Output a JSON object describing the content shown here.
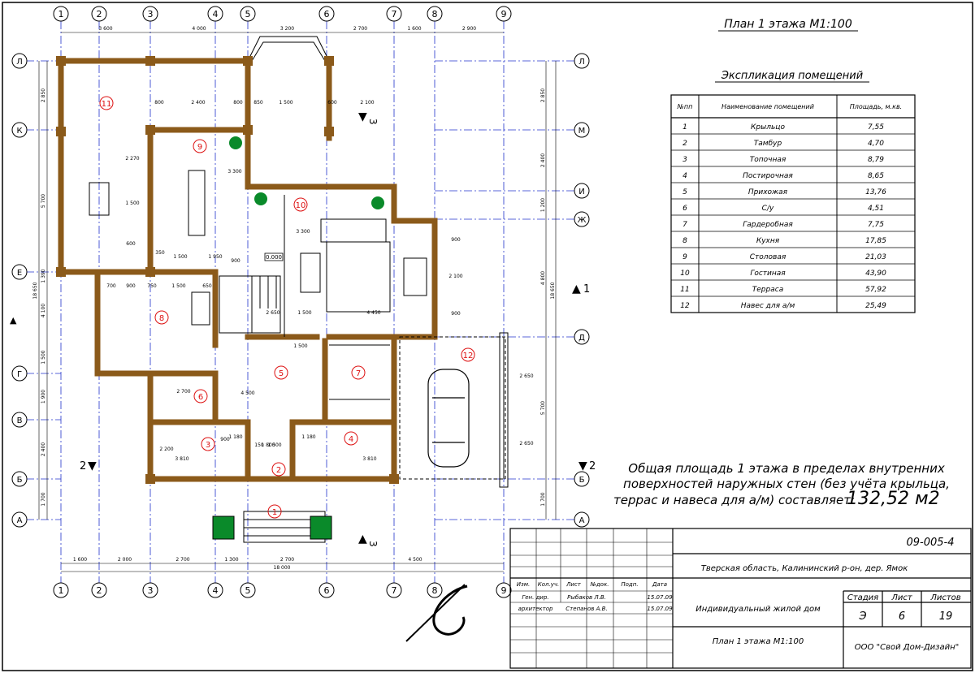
{
  "sheet_title": "План 1 этажа  М1:100",
  "explication": {
    "title": "Экспликация помещений",
    "headers": [
      "№пп",
      "Наименование помещений",
      "Площадь, м.кв."
    ],
    "rows": [
      {
        "n": "1",
        "name": "Крыльцо",
        "area": "7,55"
      },
      {
        "n": "2",
        "name": "Тамбур",
        "area": "4,70"
      },
      {
        "n": "3",
        "name": "Топочная",
        "area": "8,79"
      },
      {
        "n": "4",
        "name": "Постирочная",
        "area": "8,65"
      },
      {
        "n": "5",
        "name": "Прихожая",
        "area": "13,76"
      },
      {
        "n": "6",
        "name": "С/у",
        "area": "4,51"
      },
      {
        "n": "7",
        "name": "Гардеробная",
        "area": "7,75"
      },
      {
        "n": "8",
        "name": "Кухня",
        "area": "17,85"
      },
      {
        "n": "9",
        "name": "Столовая",
        "area": "21,03"
      },
      {
        "n": "10",
        "name": "Гостиная",
        "area": "43,90"
      },
      {
        "n": "11",
        "name": "Терраса",
        "area": "57,92"
      },
      {
        "n": "12",
        "name": "Навес для а/м",
        "area": "25,49"
      }
    ]
  },
  "total_area": {
    "line1": "Общая площадь 1 этажа в пределах внутренних",
    "line2": "поверхностей наружных стен (без учёта крыльца,",
    "line3": "террас и навеса для а/м) составляет:",
    "value": "132,52 м2"
  },
  "axes": {
    "vertical": [
      "1",
      "2",
      "3",
      "4",
      "5",
      "6",
      "7",
      "8",
      "9"
    ],
    "horizontal_left": [
      "Л",
      "К",
      "Е",
      "Г",
      "В",
      "Б",
      "А"
    ],
    "horizontal_right": [
      "Л",
      "М",
      "И",
      "Ж",
      "Д",
      "Б",
      "А"
    ]
  },
  "top_dims": [
    "3 600",
    "4 000",
    "3 200",
    "2 700",
    "1 600",
    "2 900"
  ],
  "bottom_dims": [
    "1 600",
    "2 000",
    "2 700",
    "1 300",
    "2 700",
    "4 500"
  ],
  "bottom_total": "18 000",
  "left_dims": [
    "2 850",
    "5 700",
    "1 390",
    "4 100",
    "1 500",
    "1 900",
    "2 400",
    "1 700"
  ],
  "left_total": "18 650",
  "right_dims": [
    "2 850",
    "2 400",
    "1 200",
    "4 800",
    "5 700",
    "1 700"
  ],
  "right_total": "18 650",
  "inner_dims": [
    "800",
    "2 400",
    "800",
    "850",
    "1 500",
    "600",
    "2 100",
    "1 500",
    "1 950",
    "350",
    "900",
    "700",
    "900",
    "750",
    "1 500",
    "650",
    "2 650",
    "1 500",
    "4 450",
    "4 500",
    "1 500",
    "2 700",
    "3 810",
    "3 810",
    "1 800",
    "1 500",
    "900",
    "3 300",
    "3 300",
    "2 270",
    "1 500",
    "600",
    "900",
    "2 100",
    "900",
    "2 650",
    "2 650",
    "2 200",
    "1 180",
    "1 180",
    "150"
  ],
  "level_mark": "0.000",
  "sections": {
    "s1": "1",
    "s2": "2",
    "s3": "3"
  },
  "room_numbers": [
    "1",
    "2",
    "3",
    "4",
    "5",
    "6",
    "7",
    "8",
    "9",
    "10",
    "11",
    "12"
  ],
  "stamp": {
    "code": "09-005-4",
    "address": "Тверская область, Калининский р-он, дер. Ямок",
    "object": "Индивидуальный жилой дом",
    "sheet_name": "План 1 этажа М1:100",
    "company": "ООО \"Свой Дом-Дизайн\"",
    "col_headers": [
      "Изм.",
      "Кол.уч.",
      "Лист",
      "№док.",
      "Подп.",
      "Дата"
    ],
    "signers": [
      {
        "role": "Ген. дир.",
        "name": "Рыбаков Л.В.",
        "date": "15.07.09"
      },
      {
        "role": "архитектор",
        "name": "Степанов А.В.",
        "date": "15.07.09"
      }
    ],
    "stage_label": "Стадия",
    "sheet_label": "Лист",
    "sheets_label": "Листов",
    "stage": "Э",
    "sheet": "6",
    "sheets": "19"
  }
}
